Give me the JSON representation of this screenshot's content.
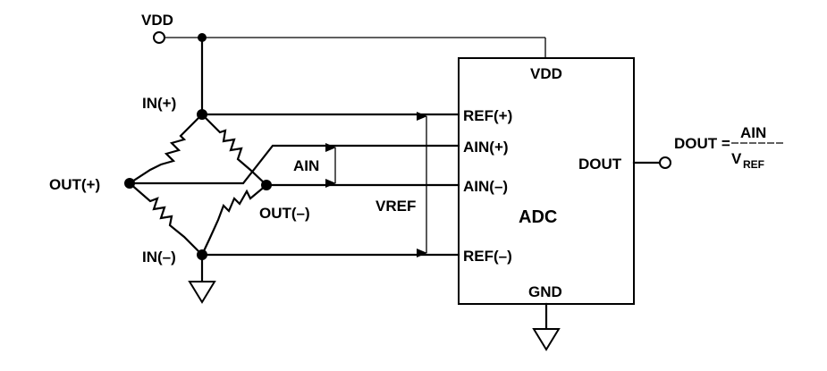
{
  "labels": {
    "vdd_top": "VDD",
    "in_plus": "IN(+)",
    "in_minus": "IN(–)",
    "out_plus": "OUT(+)",
    "out_minus": "OUT(–)",
    "ain_diff": "AIN",
    "vref_diff": "VREF",
    "adc_vdd": "VDD",
    "ref_plus": "REF(+)",
    "ain_plus": "AIN(+)",
    "ain_minus": "AIN(–)",
    "ref_minus": "REF(–)",
    "dout": "DOUT",
    "adc_name": "ADC",
    "gnd": "GND",
    "eq_lhs": "DOUT =",
    "eq_num": "AIN",
    "eq_den_v": "V",
    "eq_den_sub": "REF"
  }
}
